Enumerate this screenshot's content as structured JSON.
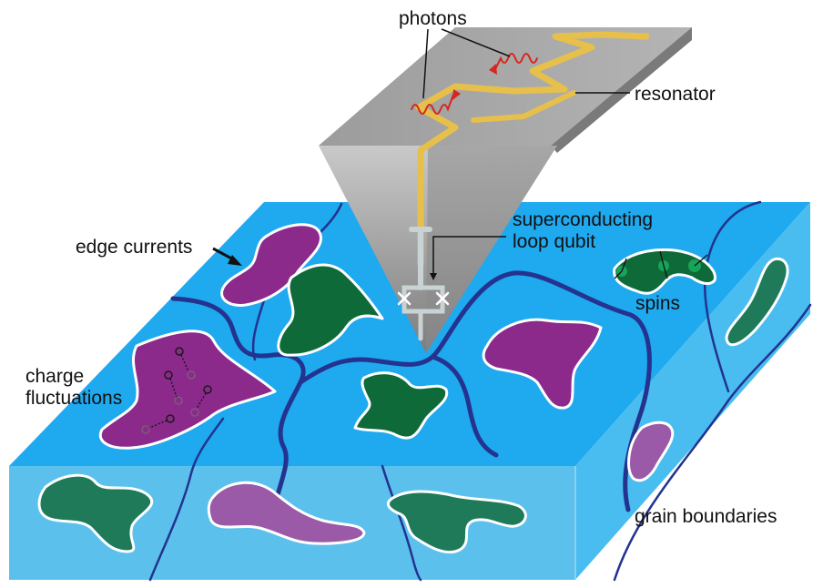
{
  "labels": {
    "photons": "photons",
    "resonator": "resonator",
    "superconducting": "superconducting",
    "loop_qubit": "loop qubit",
    "edge_currents": "edge currents",
    "spins": "spins",
    "charge": "charge",
    "fluctuations": "fluctuations",
    "grain_boundaries": "grain boundaries"
  },
  "colors": {
    "surface_top": "#1fa9ef",
    "surface_front": "#5bc0ec",
    "surface_right": "#49bdf0",
    "grain_boundary": "#23338f",
    "magenta_domain": "#8c2a8c",
    "green_domain": "#0f6a3a",
    "teal_domain": "#1f7a5a",
    "probe_gray": "#9a9a9a",
    "resonator_gold": "#e6c04a",
    "photon_red": "#d9261c",
    "qubit_loop": "#c9d3d6"
  }
}
